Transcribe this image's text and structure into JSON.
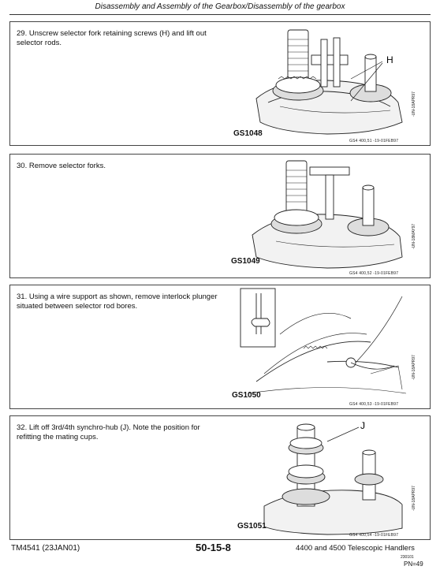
{
  "header": {
    "title": "Disassembly and Assembly of the Gearbox/Disassembly of the gearbox"
  },
  "panels": [
    {
      "step": "29. Unscrew selector fork retaining screws (H) and lift out selector rods.",
      "figure": "GS1048",
      "callout": "H",
      "ref": "GS4 400,51     -19-01FEB97",
      "side": "-UN-18APR97",
      "side2": "GS1048"
    },
    {
      "step": "30. Remove selector forks.",
      "figure": "GS1049",
      "callout": "",
      "ref": "GS4 400,52     -19-01FEB97",
      "side": "-UN-18MAY97",
      "side2": "GS1049"
    },
    {
      "step": "31. Using a wire support as shown, remove interlock plunger situated between selector rod bores.",
      "figure": "GS1050",
      "callout": "",
      "ref": "GS4 400,53     -19-01FEB97",
      "side": "-UN-18APR97",
      "side2": "GS1050"
    },
    {
      "step": "32. Lift off 3rd/4th synchro-hub (J). Note the position for refitting the mating cups.",
      "figure": "GS1051",
      "callout": "J",
      "ref": "GS4 400,54     -19-01FEB97",
      "side": "-UN-18APR97",
      "side2": "GS1051"
    }
  ],
  "footer": {
    "manual": "TM4541 (23JAN01)",
    "page": "50-15-8",
    "product": "4400 and 4500 Telescopic Handlers",
    "date": "230101",
    "pn": "PN=49"
  }
}
